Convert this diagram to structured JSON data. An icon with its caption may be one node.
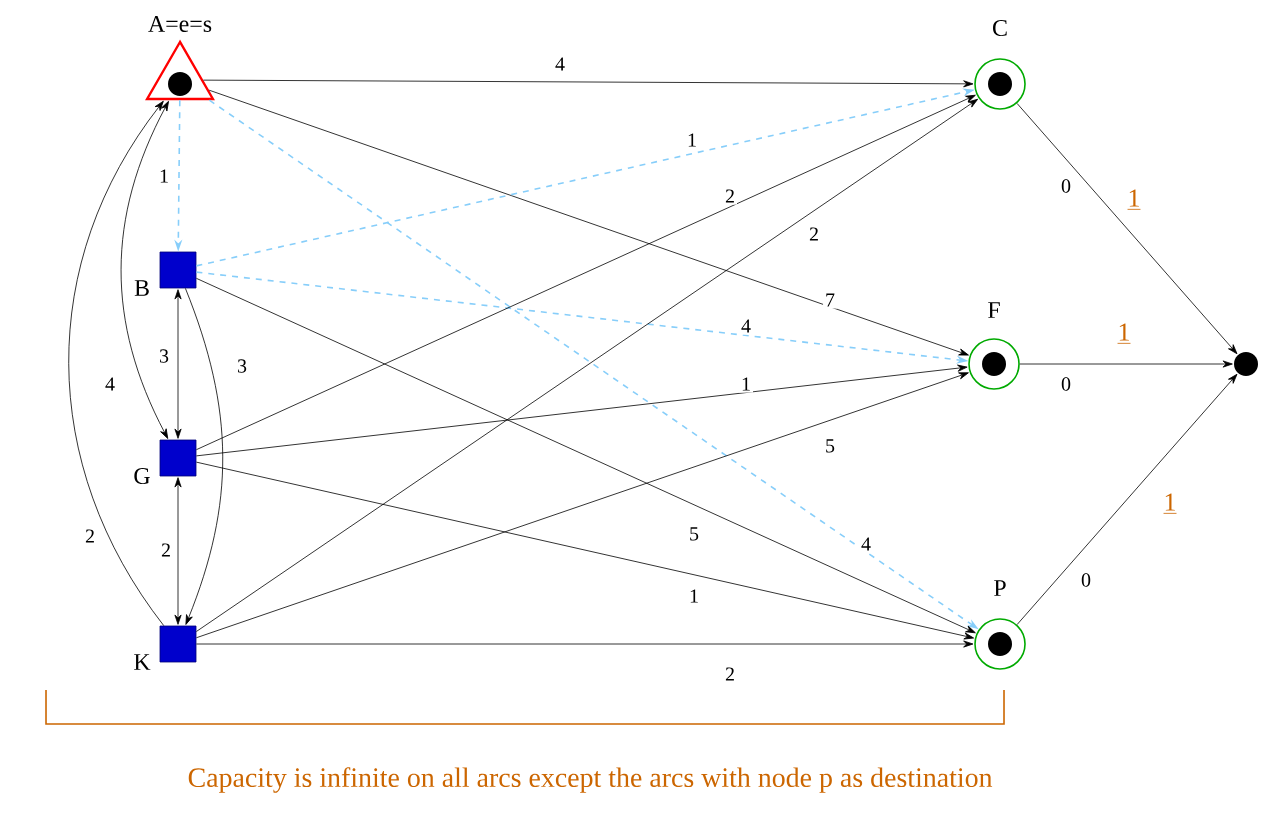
{
  "diagram": {
    "caption": "Capacity is infinite on all arcs except the arcs with node p as destination",
    "nodes": [
      {
        "text": [
          "A=e=s"
        ]
      },
      {
        "text": [
          "B"
        ]
      },
      {
        "text": [
          "G"
        ]
      },
      {
        "text": [
          "K"
        ]
      },
      {
        "text": [
          "C"
        ]
      },
      {
        "text": [
          "F"
        ]
      },
      {
        "text": [
          "P"
        ]
      },
      {
        "text": [],
        "shape": "circle"
      }
    ],
    "edges": [
      {
        "from": 0,
        "to": 4,
        "arrow": "to",
        "label": "4"
      },
      {
        "from": 0,
        "to": 1,
        "arrow": "to",
        "label": "1",
        "style": "dashed",
        "color": "#87cefa"
      },
      {
        "from": 0,
        "to": 5,
        "arrow": "to",
        "label": "7"
      },
      {
        "from": 0,
        "to": 6,
        "arrow": "to",
        "label": "4",
        "style": "dashed",
        "color": "#87cefa"
      },
      {
        "from": 1,
        "to": 4,
        "arrow": "to",
        "label": "1",
        "style": "dashed",
        "color": "#87cefa"
      },
      {
        "from": 1,
        "to": 5,
        "arrow": "to",
        "label": "4",
        "style": "dashed",
        "color": "#87cefa"
      },
      {
        "from": 1,
        "to": 6,
        "arrow": "to",
        "label": "5"
      },
      {
        "from": 1,
        "to": 2,
        "arrow": "both",
        "label": "3"
      },
      {
        "from": 1,
        "to": 3,
        "arrow": "to",
        "label": "3"
      },
      {
        "from": 2,
        "to": 0,
        "arrow": "both",
        "label": "4"
      },
      {
        "from": 3,
        "to": 0,
        "arrow": "to",
        "label": "2"
      },
      {
        "from": 2,
        "to": 3,
        "arrow": "both",
        "label": "2"
      },
      {
        "from": 2,
        "to": 4,
        "arrow": "to",
        "label": "2"
      },
      {
        "from": 3,
        "to": 4,
        "arrow": "to",
        "label": "2"
      },
      {
        "from": 2,
        "to": 5,
        "arrow": "to",
        "label": "1"
      },
      {
        "from": 3,
        "to": 5,
        "arrow": "to",
        "label": "5"
      },
      {
        "from": 2,
        "to": 6,
        "arrow": "to",
        "label": "1"
      },
      {
        "from": 3,
        "to": 6,
        "arrow": "to",
        "label": "2"
      },
      {
        "from": 4,
        "to": 7,
        "arrow": "to",
        "label": "0"
      },
      {
        "from": 5,
        "to": 7,
        "arrow": "to",
        "label": "0"
      },
      {
        "from": 6,
        "to": 7,
        "arrow": "to",
        "label": "0"
      }
    ],
    "labels": [
      "1",
      "1",
      "1"
    ]
  }
}
